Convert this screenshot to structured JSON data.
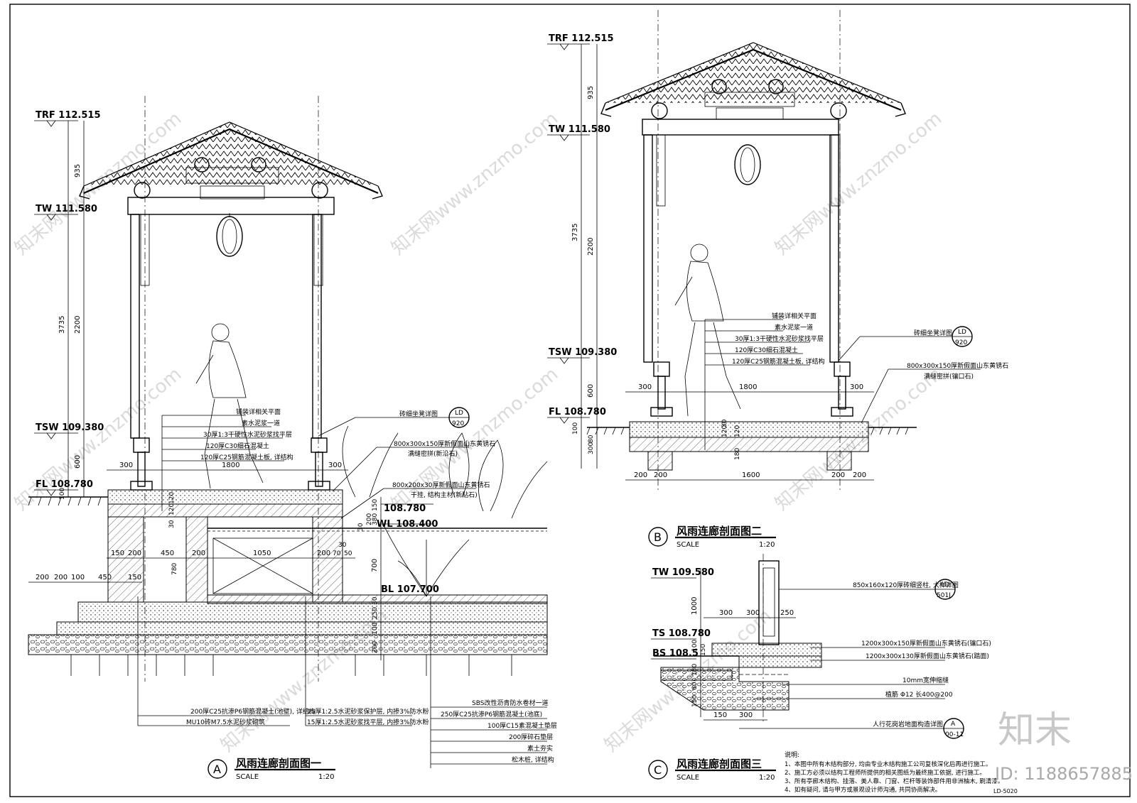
{
  "elevations": {
    "trf": "TRF 112.515",
    "tw": "TW 111.580",
    "tsw": "TSW 109.380",
    "fl": "FL 108.780",
    "wall_top": "108.780",
    "wl": "WL 108.400",
    "bl": "BL 107.700",
    "tw_c": "TW 109.580",
    "ts_c": "TS 108.780",
    "bs_c": "BS 108.5"
  },
  "dims": {
    "d935": "935",
    "d3735": "3735",
    "d2200": "2200",
    "d600": "600",
    "d100": "100",
    "d300": "300",
    "d1800": "1800",
    "d150": "150",
    "d200": "200",
    "d450": "450",
    "d1050": "1050",
    "d780": "780",
    "d700": "700",
    "d250": "250",
    "d30": "30",
    "d70": "70",
    "d50": "50",
    "d120": "120",
    "d80": "80",
    "d180": "180",
    "d1600": "1600",
    "d1000": "1000",
    "d380": "380",
    "d60": "60"
  },
  "section_a": {
    "marker": "A",
    "title": "风雨连廊剖面图一",
    "scale_label": "SCALE",
    "scale_value": "1:20",
    "layers": [
      "铺装详相关平面",
      "素水泥浆一道",
      "30厚1:3干硬性水泥砂浆找平层",
      "120厚C30细石混凝土",
      "120厚C25钢筋混凝土板, 详结构"
    ],
    "note_bench": "砖细坐凳详图",
    "ref_top": "LD",
    "ref_bottom": "920",
    "stone1": "800x300x150厚新假面山东黄锈石",
    "stone1_b": "满缝密拼(新沿石)",
    "stone2": "800x200x30厚新假面山东黄锈石",
    "stone2_b": "干挂, 结构主材(新贴石)",
    "notes_left": [
      "200厚C25抗渗P6钢筋混凝土(池壁), 详结构",
      "MU10砖M7.5水泥砂浆砌筑"
    ],
    "notes_mid": [
      "15厚1:2.5水泥砂浆保护层, 内掺3%防水粉",
      "15厚1:2.5水泥砂浆找平层, 内掺3%防水粉"
    ],
    "notes_right": [
      "SBS改性沥青防水卷材一道",
      "250厚C25抗渗P6钢筋混凝土(池底)",
      "100厚C15素混凝土垫层",
      "200厚碎石垫层",
      "素土夯实",
      "松木桩, 详结构"
    ]
  },
  "section_b": {
    "marker": "B",
    "title": "风雨连廊剖面图二",
    "scale_label": "SCALE",
    "scale_value": "1:20",
    "layers": [
      "铺装详相关平面",
      "素水泥浆一道",
      "30厚1:3干硬性水泥砂浆找平层",
      "120厚C30细石混凝土",
      "120厚C25钢筋混凝土板, 详结构"
    ],
    "note_bench": "砖细坐凳详图",
    "ref_top": "LD",
    "ref_bottom": "920",
    "stone1": "800x300x150厚新假面山东黄锈石",
    "stone1_b": "满缝密拼(镶口石)"
  },
  "section_c": {
    "marker": "C",
    "title": "风雨连廊剖面图三",
    "scale_label": "SCALE",
    "scale_value": "1:20",
    "post": "850x160x120厚砖细竖柱, 大样详图",
    "post_ref_top": "LD",
    "post_ref_bottom": "501J",
    "stone_a": "1200x300x150厚新假面山东黄锈石(镶口石)",
    "stone_b": "1200x300x130厚新假面山东黄锈石(踏面)",
    "joint": "10mm宽伸缩缝",
    "rebar": "植筋 Φ12 长400@200",
    "paving": "人行花岗岩地面构造详图",
    "pav_ref_top": "A",
    "pav_ref_bottom": "00-11"
  },
  "notes": {
    "heading": "说明:",
    "items": [
      "1、本图中所有木结构部分, 均由专业木结构施工公司复核深化后再进行施工。",
      "2、施工方必须以结构工程师所提供的相关图纸为最终施工依据, 进行施工。",
      "3、所有亭廊木结构、挂落、美人靠、门窗、栏杆等装饰部件用非洲柚木, 刷清漆。",
      "4、如有疑问, 请与甲方或景观设计师沟通, 共同协商解决。"
    ]
  },
  "stamp": {
    "logo": "知末",
    "id_text": "ID: 1188657885",
    "drawing_no": "LD-5020"
  },
  "watermark": "知末网www.znzmo.com"
}
